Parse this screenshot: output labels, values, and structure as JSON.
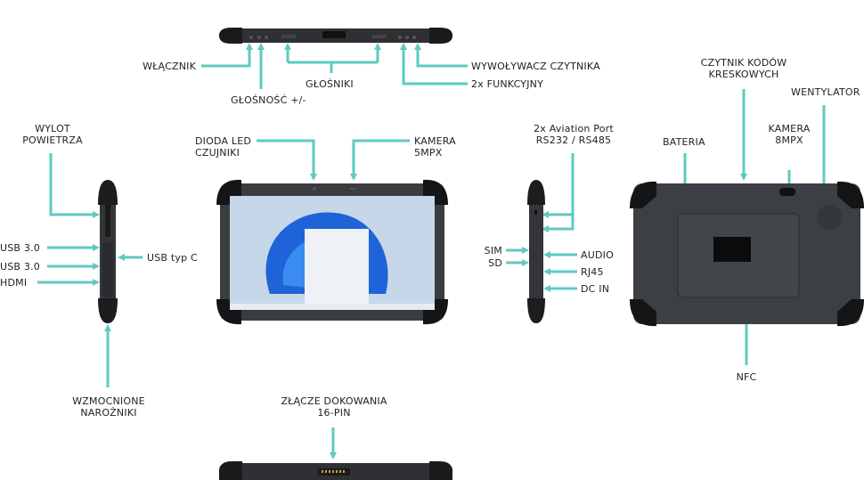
{
  "accent_color": "#5ecabf",
  "views": {
    "top": {
      "labels": {
        "power": "WŁĄCZNIK",
        "volume": "GŁOŚNOŚĆ +/-",
        "speakers": "GŁOŚNIKI",
        "scanner_trigger": "WYWOŁYWACZ CZYTNIKA",
        "function": "2x FUNKCYJNY"
      }
    },
    "left": {
      "labels": {
        "air_outlet_1": "WYLOT",
        "air_outlet_2": "POWIETRZA",
        "usb1": "USB 3.0",
        "usb2": "USB 3.0",
        "hdmi": "HDMI",
        "usb_c": "USB typ C",
        "corners_1": "WZMOCNIONE",
        "corners_2": "NAROŻNIKI"
      }
    },
    "front": {
      "labels": {
        "led_1": "DIODA LED",
        "led_2": "CZUJNIKI",
        "camera_1": "KAMERA",
        "camera_2": "5MPX"
      }
    },
    "right": {
      "labels": {
        "aviation_1": "2x Aviation Port",
        "aviation_2": "RS232 / RS485",
        "sim": "SIM",
        "sd": "SD",
        "audio": "AUDIO",
        "rj45": "RJ45",
        "dc_in": "DC IN"
      }
    },
    "back": {
      "labels": {
        "barcode_1": "CZYTNIK KODÓW",
        "barcode_2": "KRESKOWYCH",
        "fan": "WENTYLATOR",
        "battery": "BATERIA",
        "camera_1": "KAMERA",
        "camera_2": "8MPX",
        "nfc": "NFC"
      }
    },
    "bottom": {
      "labels": {
        "dock_1": "ZŁĄCZE DOKOWANIA",
        "dock_2": "16-PIN"
      }
    }
  }
}
